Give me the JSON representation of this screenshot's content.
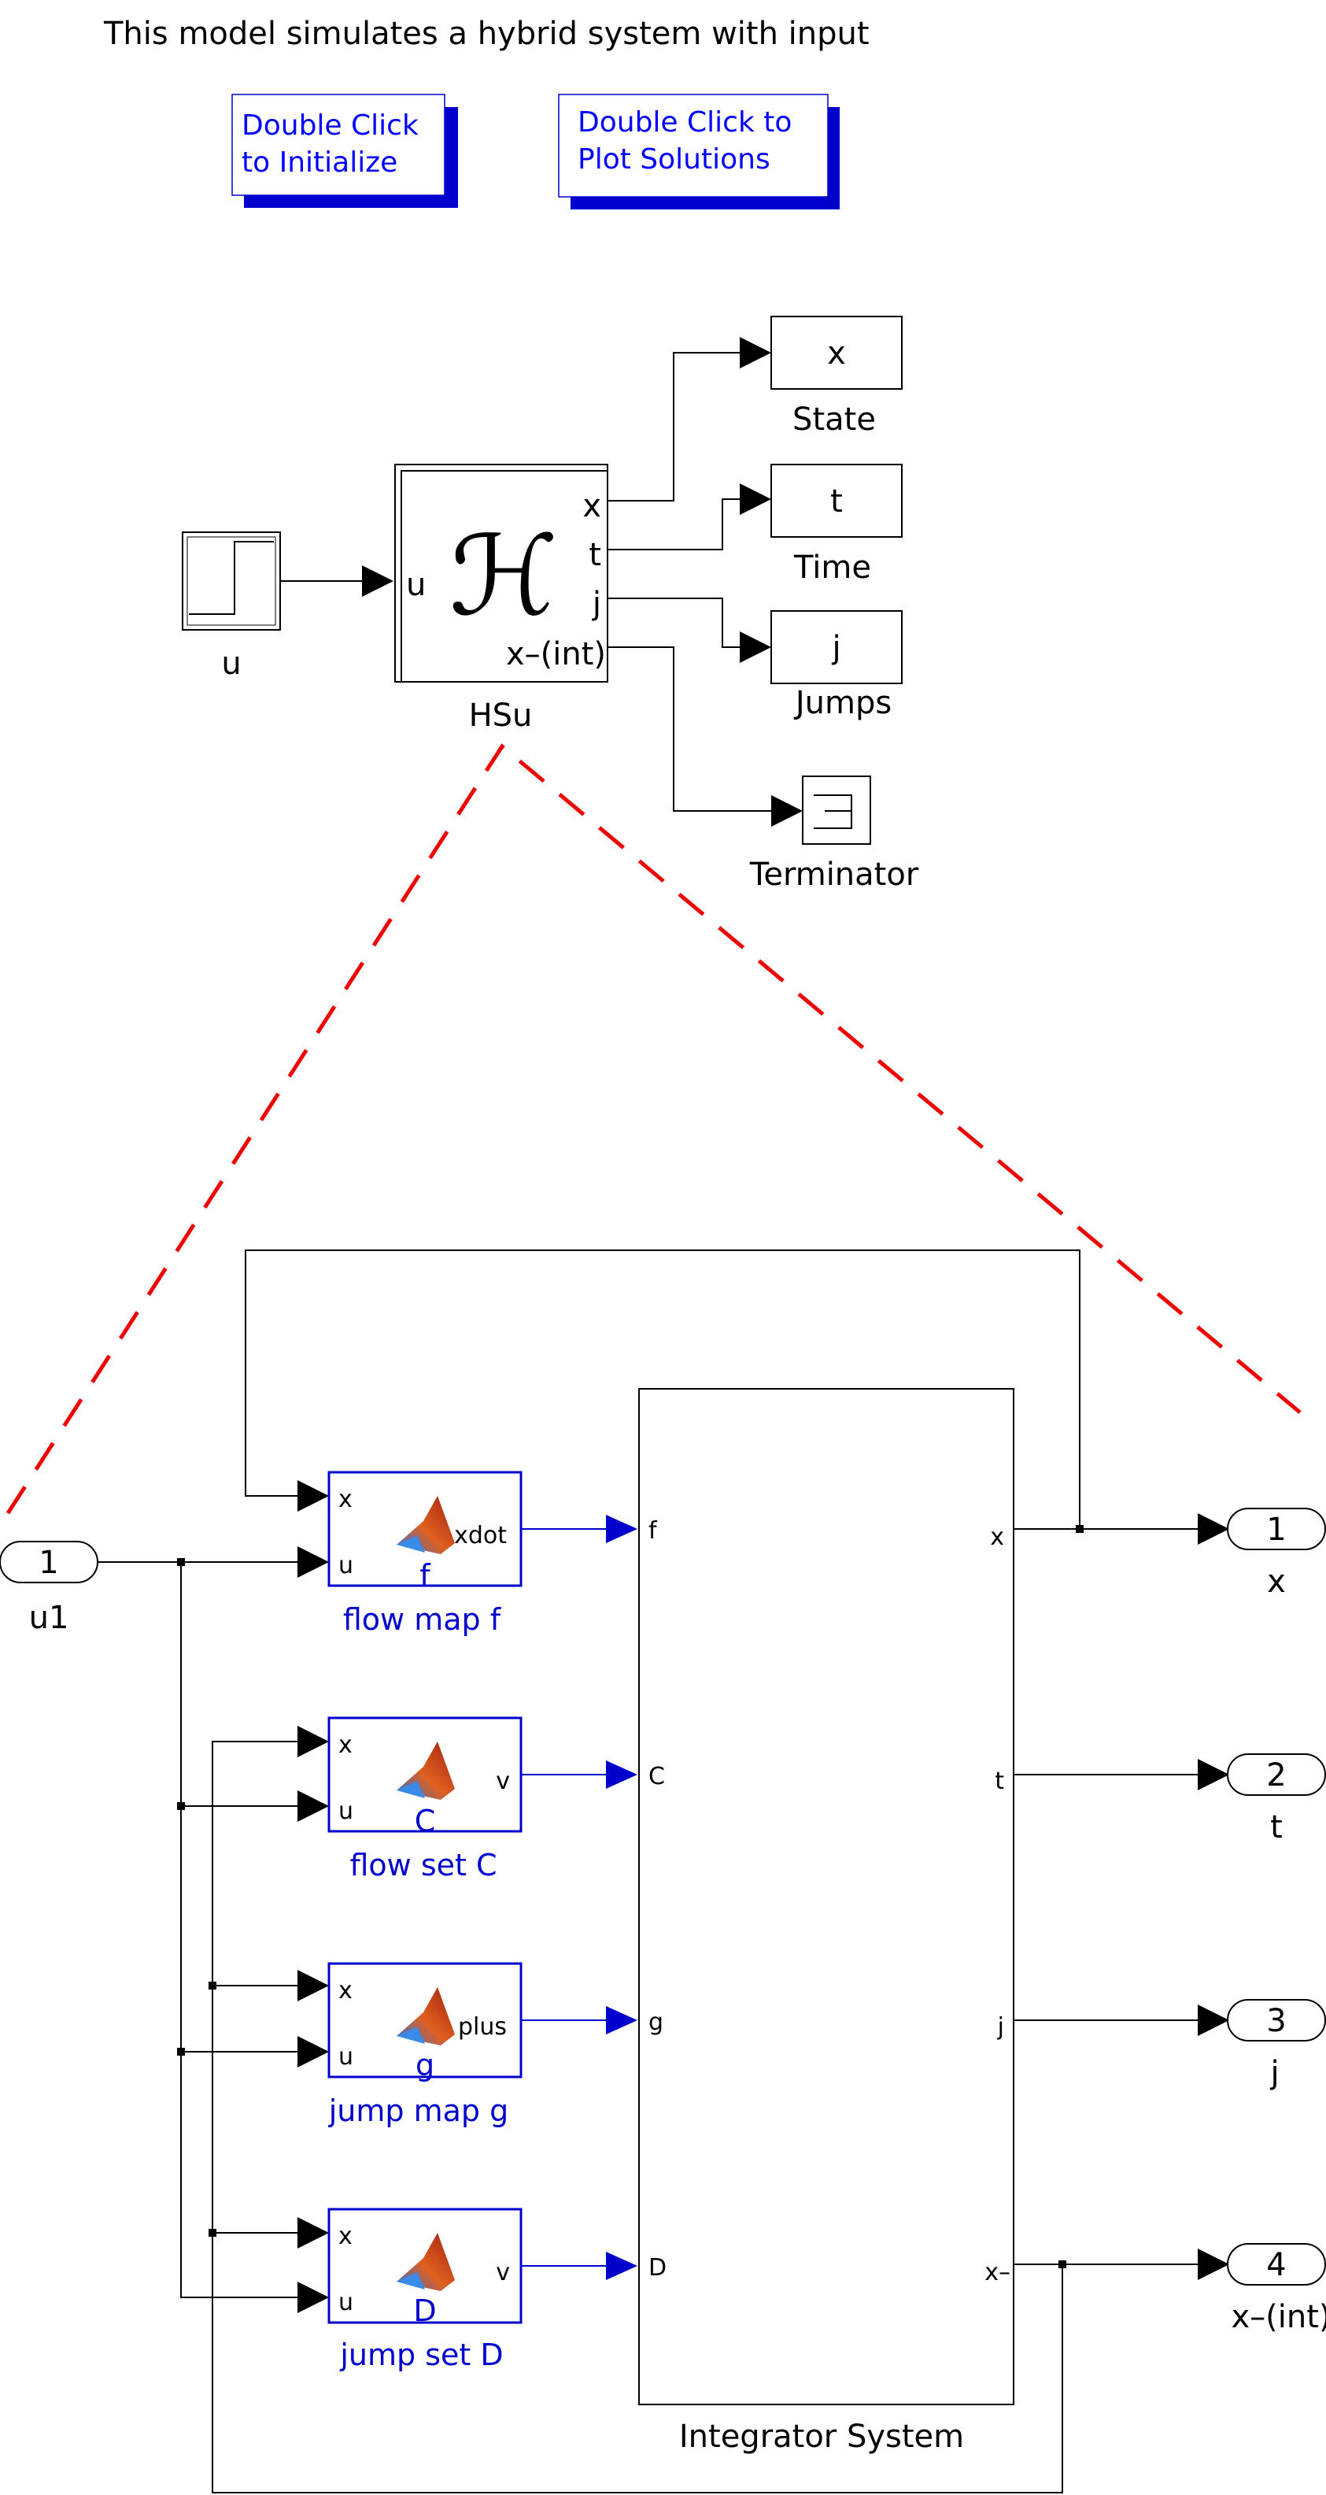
{
  "title": "This model simulates a hybrid system with input",
  "buttons": {
    "initialize": [
      "Double Click",
      "to Initialize"
    ],
    "plot": [
      "Double Click to",
      "Plot Solutions"
    ]
  },
  "top": {
    "source_label": "u",
    "hsu": {
      "symbol": "ℋ",
      "name": "HSu",
      "in_port": "u",
      "out_ports": [
        "x",
        "t",
        "j",
        "x–(int)"
      ]
    },
    "scopes": [
      {
        "text": "x",
        "label": "State"
      },
      {
        "text": "t",
        "label": "Time"
      },
      {
        "text": "j",
        "label": "Jumps"
      }
    ],
    "terminator_label": "Terminator"
  },
  "bottom": {
    "inport": {
      "num": "1",
      "label": "u1"
    },
    "functions": [
      {
        "in1": "x",
        "in2": "u",
        "out": "xdot",
        "sub": "f",
        "label": "flow map f"
      },
      {
        "in1": "x",
        "in2": "u",
        "out": "v",
        "sub": "C",
        "label": "flow set C"
      },
      {
        "in1": "x",
        "in2": "u",
        "out": "plus",
        "sub": "g",
        "label": "jump map g"
      },
      {
        "in1": "x",
        "in2": "u",
        "out": "v",
        "sub": "D",
        "label": "jump set D"
      }
    ],
    "integrator": {
      "label": "Integrator System",
      "in_ports": [
        "f",
        "C",
        "g",
        "D"
      ],
      "out_ports": [
        "x",
        "t",
        "j",
        "x–"
      ]
    },
    "outports": [
      {
        "num": "1",
        "label": "x"
      },
      {
        "num": "2",
        "label": "t"
      },
      {
        "num": "3",
        "label": "j"
      },
      {
        "num": "4",
        "label": "x–(int)"
      }
    ]
  },
  "colors": {
    "button_blue": "#0000cc",
    "link_blue": "#0000ff",
    "dashed_red": "#ee0000"
  }
}
